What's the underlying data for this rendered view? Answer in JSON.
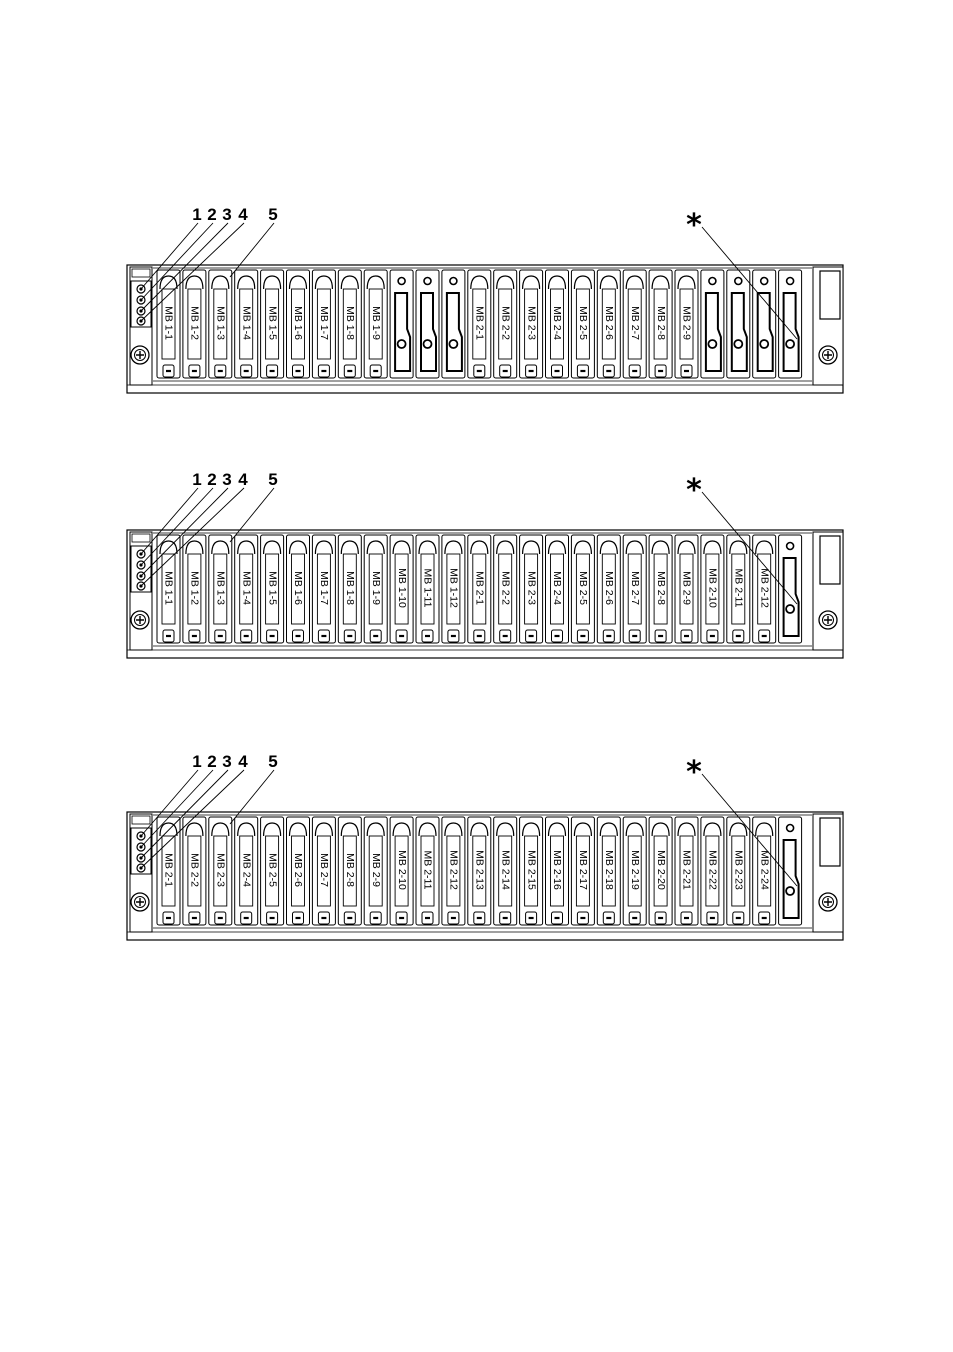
{
  "colors": {
    "line": "#000000",
    "paper": "#ffffff"
  },
  "panels": [
    {
      "callouts": [
        "1",
        "2",
        "3",
        "4",
        "5"
      ],
      "asterisk": "*",
      "bays": [
        {
          "type": "drive",
          "label": "MB 1-1"
        },
        {
          "type": "drive",
          "label": "MB 1-2"
        },
        {
          "type": "drive",
          "label": "MB 1-3"
        },
        {
          "type": "drive",
          "label": "MB 1-4"
        },
        {
          "type": "drive",
          "label": "MB 1-5"
        },
        {
          "type": "drive",
          "label": "MB 1-6"
        },
        {
          "type": "drive",
          "label": "MB 1-7"
        },
        {
          "type": "drive",
          "label": "MB 1-8"
        },
        {
          "type": "drive",
          "label": "MB 1-9"
        },
        {
          "type": "blank",
          "label": ""
        },
        {
          "type": "blank",
          "label": ""
        },
        {
          "type": "blank",
          "label": ""
        },
        {
          "type": "drive",
          "label": "MB 2-1"
        },
        {
          "type": "drive",
          "label": "MB 2-2"
        },
        {
          "type": "drive",
          "label": "MB 2-3"
        },
        {
          "type": "drive",
          "label": "MB 2-4"
        },
        {
          "type": "drive",
          "label": "MB 2-5"
        },
        {
          "type": "drive",
          "label": "MB 2-6"
        },
        {
          "type": "drive",
          "label": "MB 2-7"
        },
        {
          "type": "drive",
          "label": "MB 2-8"
        },
        {
          "type": "drive",
          "label": "MB 2-9"
        },
        {
          "type": "blank",
          "label": ""
        },
        {
          "type": "blank",
          "label": ""
        },
        {
          "type": "blank",
          "label": ""
        },
        {
          "type": "blank",
          "label": ""
        }
      ]
    },
    {
      "callouts": [
        "1",
        "2",
        "3",
        "4",
        "5"
      ],
      "asterisk": "*",
      "bays": [
        {
          "type": "drive",
          "label": "MB 1-1"
        },
        {
          "type": "drive",
          "label": "MB 1-2"
        },
        {
          "type": "drive",
          "label": "MB 1-3"
        },
        {
          "type": "drive",
          "label": "MB 1-4"
        },
        {
          "type": "drive",
          "label": "MB 1-5"
        },
        {
          "type": "drive",
          "label": "MB 1-6"
        },
        {
          "type": "drive",
          "label": "MB 1-7"
        },
        {
          "type": "drive",
          "label": "MB 1-8"
        },
        {
          "type": "drive",
          "label": "MB 1-9"
        },
        {
          "type": "drive",
          "label": "MB 1-10"
        },
        {
          "type": "drive",
          "label": "MB 1-11"
        },
        {
          "type": "drive",
          "label": "MB 1-12"
        },
        {
          "type": "drive",
          "label": "MB 2-1"
        },
        {
          "type": "drive",
          "label": "MB 2-2"
        },
        {
          "type": "drive",
          "label": "MB 2-3"
        },
        {
          "type": "drive",
          "label": "MB 2-4"
        },
        {
          "type": "drive",
          "label": "MB 2-5"
        },
        {
          "type": "drive",
          "label": "MB 2-6"
        },
        {
          "type": "drive",
          "label": "MB 2-7"
        },
        {
          "type": "drive",
          "label": "MB 2-8"
        },
        {
          "type": "drive",
          "label": "MB 2-9"
        },
        {
          "type": "drive",
          "label": "MB 2-10"
        },
        {
          "type": "drive",
          "label": "MB 2-11"
        },
        {
          "type": "drive",
          "label": "MB 2-12"
        },
        {
          "type": "blank",
          "label": ""
        }
      ]
    },
    {
      "callouts": [
        "1",
        "2",
        "3",
        "4",
        "5"
      ],
      "asterisk": "*",
      "bays": [
        {
          "type": "drive",
          "label": "MB 2-1"
        },
        {
          "type": "drive",
          "label": "MB 2-2"
        },
        {
          "type": "drive",
          "label": "MB 2-3"
        },
        {
          "type": "drive",
          "label": "MB 2-4"
        },
        {
          "type": "drive",
          "label": "MB 2-5"
        },
        {
          "type": "drive",
          "label": "MB 2-6"
        },
        {
          "type": "drive",
          "label": "MB 2-7"
        },
        {
          "type": "drive",
          "label": "MB 2-8"
        },
        {
          "type": "drive",
          "label": "MB 2-9"
        },
        {
          "type": "drive",
          "label": "MB 2-10"
        },
        {
          "type": "drive",
          "label": "MB 2-11"
        },
        {
          "type": "drive",
          "label": "MB 2-12"
        },
        {
          "type": "drive",
          "label": "MB 2-13"
        },
        {
          "type": "drive",
          "label": "MB 2-14"
        },
        {
          "type": "drive",
          "label": "MB 2-15"
        },
        {
          "type": "drive",
          "label": "MB 2-16"
        },
        {
          "type": "drive",
          "label": "MB 2-17"
        },
        {
          "type": "drive",
          "label": "MB 2-18"
        },
        {
          "type": "drive",
          "label": "MB 2-19"
        },
        {
          "type": "drive",
          "label": "MB 2-20"
        },
        {
          "type": "drive",
          "label": "MB 2-21"
        },
        {
          "type": "drive",
          "label": "MB 2-22"
        },
        {
          "type": "drive",
          "label": "MB 2-23"
        },
        {
          "type": "drive",
          "label": "MB 2-24"
        },
        {
          "type": "blank",
          "label": ""
        }
      ]
    }
  ]
}
